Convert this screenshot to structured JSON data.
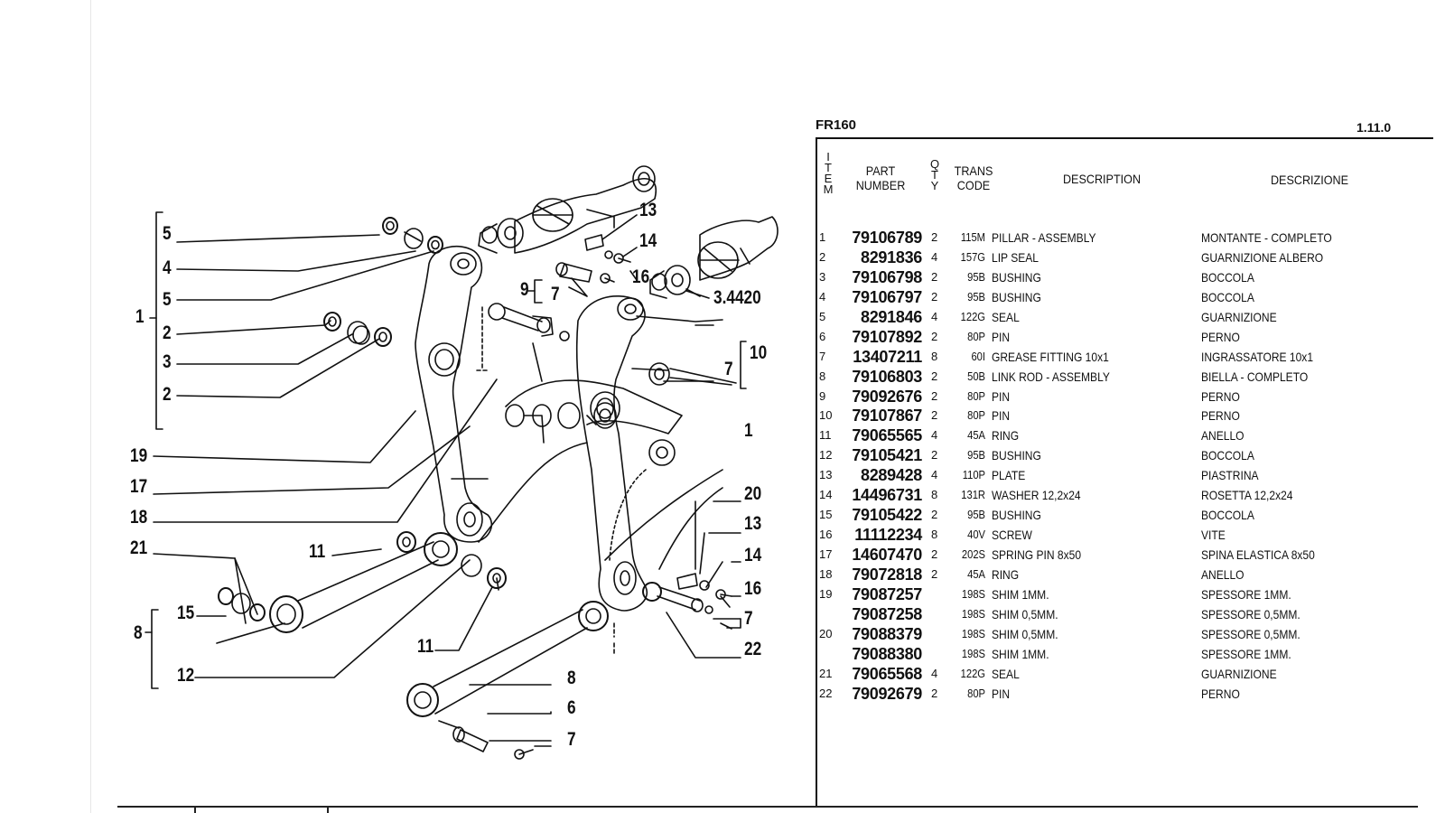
{
  "header": {
    "model": "FR160",
    "section": "1.11.0"
  },
  "table": {
    "columns": {
      "item_letters": [
        "I",
        "T",
        "E",
        "M"
      ],
      "part_number": [
        "PART",
        "NUMBER"
      ],
      "qty_letters": [
        "Q",
        "T",
        "Y"
      ],
      "trans_code": [
        "TRANS",
        "CODE"
      ],
      "description": "DESCRIPTION",
      "descrizione": "DESCRIZIONE"
    },
    "rows": [
      {
        "item": "1",
        "part": "79106789",
        "qty": "2",
        "code": "115M",
        "desc": "PILLAR - ASSEMBLY",
        "descr": "MONTANTE - COMPLETO"
      },
      {
        "item": "2",
        "part": "8291836",
        "qty": "4",
        "code": "157G",
        "desc": "LIP SEAL",
        "descr": "GUARNIZIONE ALBERO"
      },
      {
        "item": "3",
        "part": "79106798",
        "qty": "2",
        "code": "95B",
        "desc": "BUSHING",
        "descr": "BOCCOLA"
      },
      {
        "item": "4",
        "part": "79106797",
        "qty": "2",
        "code": "95B",
        "desc": "BUSHING",
        "descr": "BOCCOLA"
      },
      {
        "item": "5",
        "part": "8291846",
        "qty": "4",
        "code": "122G",
        "desc": "SEAL",
        "descr": "GUARNIZIONE"
      },
      {
        "item": "6",
        "part": "79107892",
        "qty": "2",
        "code": "80P",
        "desc": "PIN",
        "descr": "PERNO"
      },
      {
        "item": "7",
        "part": "13407211",
        "qty": "8",
        "code": "60I",
        "desc": "GREASE FITTING 10x1",
        "descr": "INGRASSATORE 10x1"
      },
      {
        "item": "8",
        "part": "79106803",
        "qty": "2",
        "code": "50B",
        "desc": "LINK ROD - ASSEMBLY",
        "descr": "BIELLA - COMPLETO"
      },
      {
        "item": "9",
        "part": "79092676",
        "qty": "2",
        "code": "80P",
        "desc": "PIN",
        "descr": "PERNO"
      },
      {
        "item": "10",
        "part": "79107867",
        "qty": "2",
        "code": "80P",
        "desc": "PIN",
        "descr": "PERNO"
      },
      {
        "item": "11",
        "part": "79065565",
        "qty": "4",
        "code": "45A",
        "desc": "RING",
        "descr": "ANELLO"
      },
      {
        "item": "12",
        "part": "79105421",
        "qty": "2",
        "code": "95B",
        "desc": "BUSHING",
        "descr": "BOCCOLA"
      },
      {
        "item": "13",
        "part": "8289428",
        "qty": "4",
        "code": "110P",
        "desc": "PLATE",
        "descr": "PIASTRINA"
      },
      {
        "item": "14",
        "part": "14496731",
        "qty": "8",
        "code": "131R",
        "desc": "WASHER 12,2x24",
        "descr": "ROSETTA 12,2x24"
      },
      {
        "item": "15",
        "part": "79105422",
        "qty": "2",
        "code": "95B",
        "desc": "BUSHING",
        "descr": "BOCCOLA"
      },
      {
        "item": "16",
        "part": "11112234",
        "qty": "8",
        "code": "40V",
        "desc": "SCREW",
        "descr": "VITE"
      },
      {
        "item": "17",
        "part": "14607470",
        "qty": "2",
        "code": "202S",
        "desc": "SPRING PIN 8x50",
        "descr": "SPINA ELASTICA 8x50"
      },
      {
        "item": "18",
        "part": "79072818",
        "qty": "2",
        "code": "45A",
        "desc": "RING",
        "descr": "ANELLO"
      },
      {
        "item": "19",
        "part": "79087257",
        "qty": "",
        "code": "198S",
        "desc": "SHIM 1MM.",
        "descr": "SPESSORE 1MM."
      },
      {
        "item": "",
        "part": "79087258",
        "qty": "",
        "code": "198S",
        "desc": "SHIM 0,5MM.",
        "descr": "SPESSORE 0,5MM."
      },
      {
        "item": "20",
        "part": "79088379",
        "qty": "",
        "code": "198S",
        "desc": "SHIM 0,5MM.",
        "descr": "SPESSORE 0,5MM."
      },
      {
        "item": "",
        "part": "79088380",
        "qty": "",
        "code": "198S",
        "desc": "SHIM 1MM.",
        "descr": "SPESSORE 1MM."
      },
      {
        "item": "21",
        "part": "79065568",
        "qty": "4",
        "code": "122G",
        "desc": "SEAL",
        "descr": "GUARNIZIONE"
      },
      {
        "item": "22",
        "part": "79092679",
        "qty": "2",
        "code": "80P",
        "desc": "PIN",
        "descr": "PERNO"
      }
    ]
  },
  "diagram": {
    "callouts": {
      "c5a": "5",
      "c4": "4",
      "c5b": "5",
      "c1left": "1",
      "c2a": "2",
      "c3": "3",
      "c2b": "2",
      "c19": "19",
      "c17": "17",
      "c18": "18",
      "c21": "21",
      "c15": "15",
      "c8left": "8",
      "c12": "12",
      "c11a": "11",
      "c11b": "11",
      "c13top": "13",
      "c14top": "14",
      "c16top": "16",
      "c9": "9",
      "c7top": "7",
      "c34420": "3.4420",
      "c10": "10",
      "c7mid": "7",
      "c1right": "1",
      "c20": "20",
      "c13r": "13",
      "c14r": "14",
      "c16r": "16",
      "c7r": "7",
      "c22": "22",
      "c8bot": "8",
      "c6": "6",
      "c7bot": "7"
    }
  }
}
